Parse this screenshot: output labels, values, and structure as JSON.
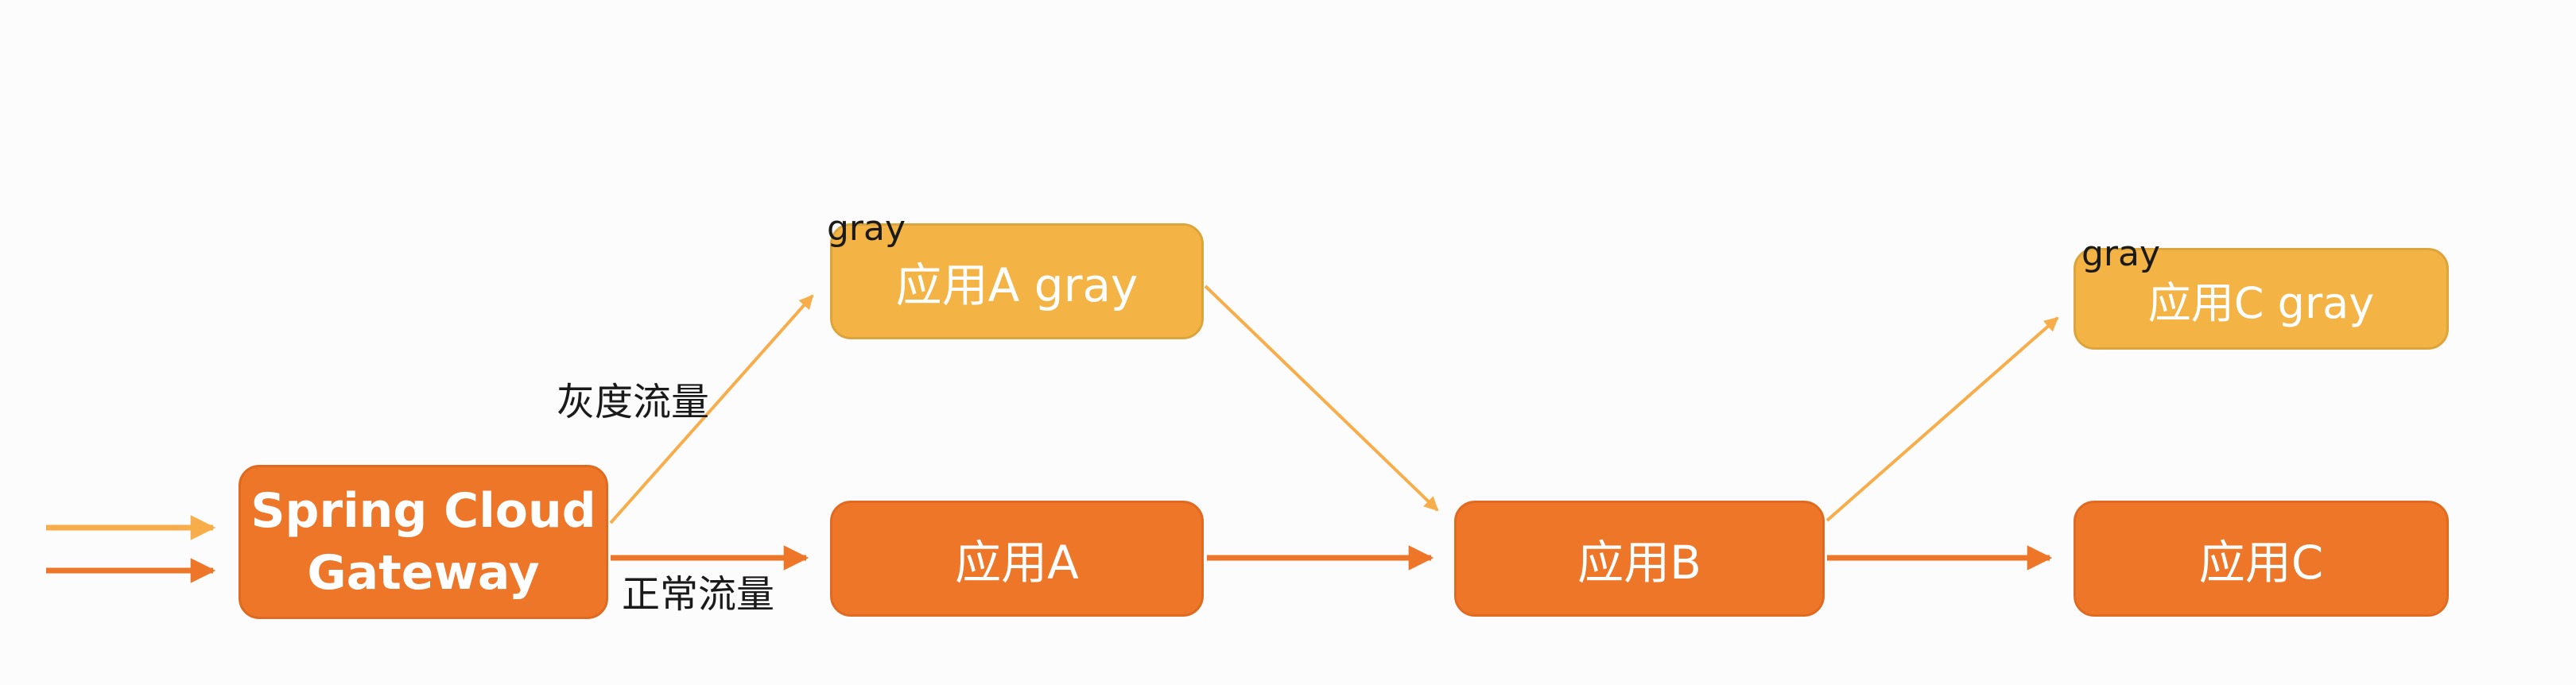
{
  "diagram": {
    "nodes": {
      "gateway": {
        "label_line1": "Spring Cloud",
        "label_line2": "Gateway"
      },
      "app_a_gray": {
        "label": "应用A gray"
      },
      "app_a": {
        "label": "应用A"
      },
      "app_b": {
        "label": "应用B"
      },
      "app_c_gray": {
        "label": "应用C gray"
      },
      "app_c": {
        "label": "应用C"
      }
    },
    "labels": {
      "gray_tag_a": "gray",
      "gray_tag_c": "gray",
      "gray_traffic": "灰度流量",
      "normal_traffic": "正常流量"
    },
    "colors": {
      "node_normal": "#ED7628",
      "node_normal_border": "#E06A1F",
      "node_gray": "#F3B445",
      "node_gray_border": "#DCA43C",
      "arrow_normal": "#ED7628",
      "arrow_gray": "#F7AD4A",
      "node_text": "#FFFFFF",
      "label_text": "#1A1A1A",
      "background": "#FCFCFC"
    }
  }
}
